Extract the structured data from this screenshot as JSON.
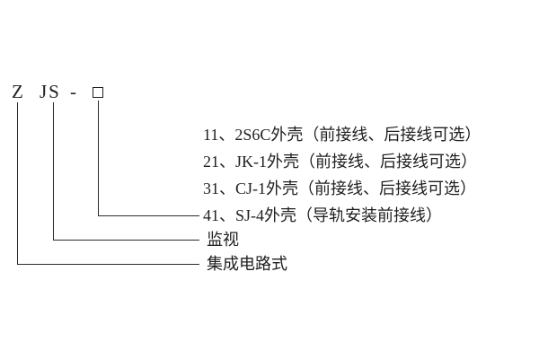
{
  "diagram": {
    "model_code": {
      "z": "Z",
      "js": "JS",
      "dash": "-"
    },
    "options": [
      "11、2S6C外壳（前接线、后接线可选）",
      "21、JK-1外壳（前接线、后接线可选）",
      "31、CJ-1外壳（前接线、后接线可选）",
      "41、SJ-4外壳（导轨安装前接线）"
    ],
    "meanings": {
      "js": "监视",
      "z": "集成电路式"
    },
    "colors": {
      "ink": "#1f1f1f",
      "line": "#2a2a2a",
      "background": "#ffffff"
    }
  }
}
